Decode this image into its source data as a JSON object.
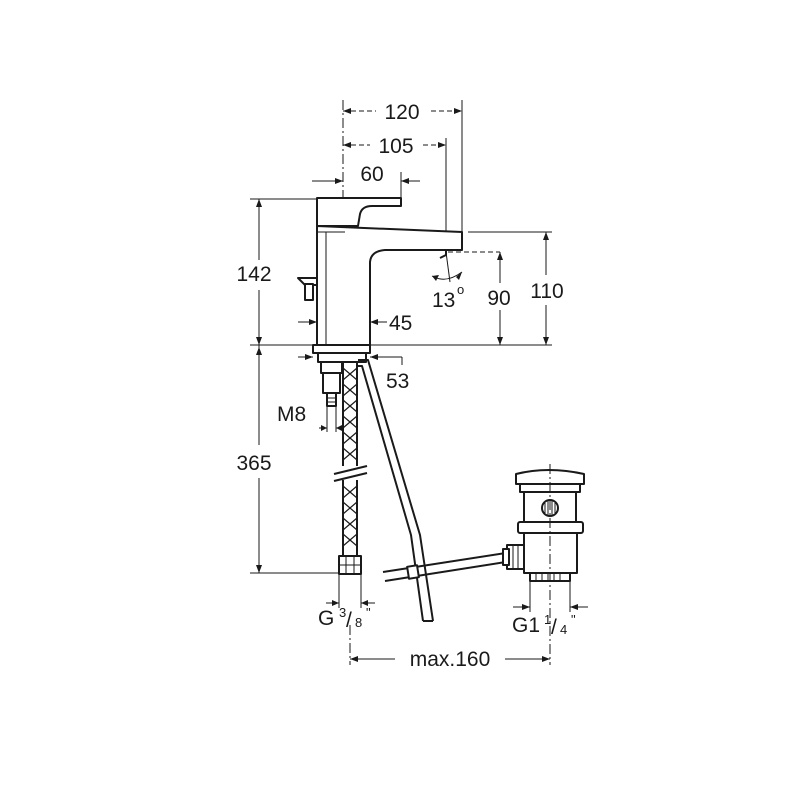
{
  "dimensions": {
    "width_total": "120",
    "width_spout": "105",
    "width_handle": "60",
    "height_total": "142",
    "angle": "13",
    "angle_unit": "o",
    "spout_height_90": "90",
    "spout_height_110": "110",
    "body_width": "45",
    "base_width": "53",
    "thread_rod": "M8",
    "hose_length": "365",
    "hose_thread_prefix": "G",
    "hose_thread_num": "3",
    "hose_thread_den": "8",
    "hose_thread_suffix": "\"",
    "waste_thread_prefix": "G1",
    "waste_thread_num": "1",
    "waste_thread_den": "4",
    "waste_thread_suffix": "\"",
    "max_distance": "max.160"
  },
  "colors": {
    "line": "#1a1a1a",
    "background": "#ffffff"
  }
}
